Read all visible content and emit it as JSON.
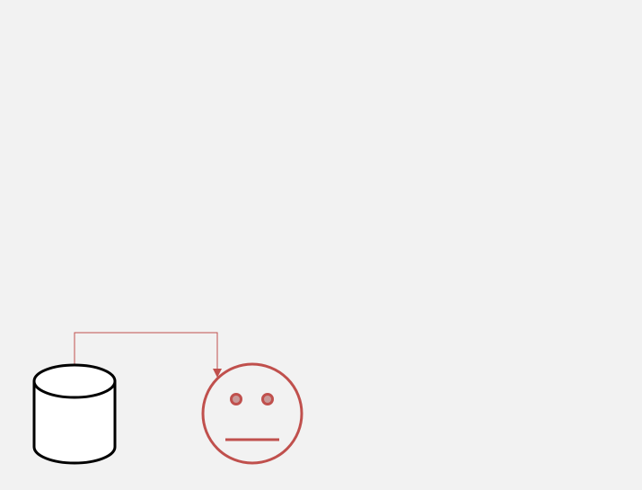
{
  "canvas": {
    "background_color": "#f2f2f2"
  },
  "nodes": [
    {
      "id": "database",
      "shape": "cylinder",
      "icon": "database-icon",
      "fill_color": "#ffffff",
      "stroke_color": "#000000"
    },
    {
      "id": "neutral-face",
      "shape": "circle",
      "icon": "neutral-face-icon",
      "expression": "neutral",
      "fill_color": "#f2f2f2",
      "stroke_color": "#c0504d",
      "eye_fill_color": "#c99a99"
    }
  ],
  "edges": [
    {
      "from": "database",
      "to": "neutral-face",
      "style": "orthogonal",
      "arrow": "end",
      "color": "#c0504d"
    }
  ]
}
